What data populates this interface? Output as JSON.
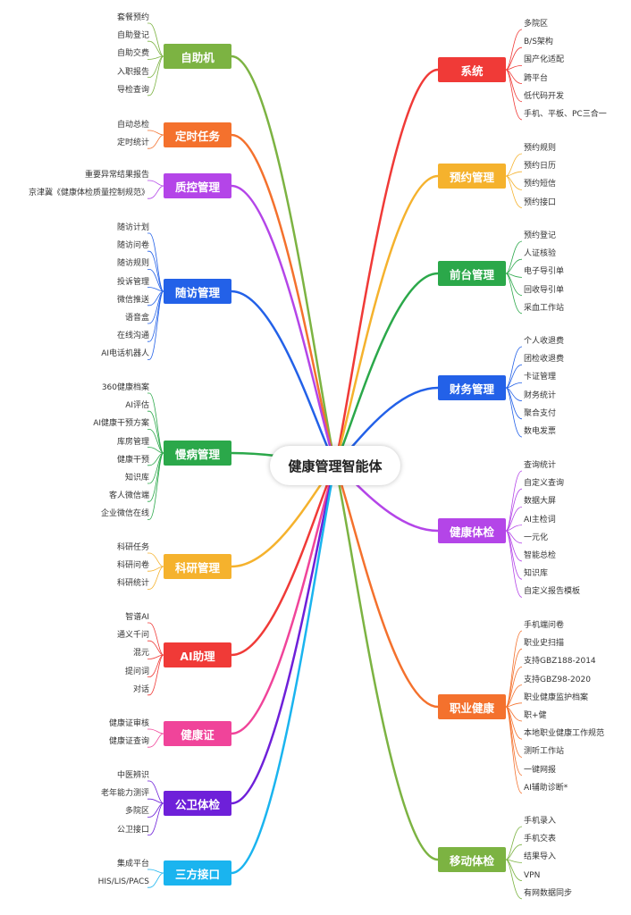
{
  "center": "健康管理智能体",
  "left": [
    {
      "label": "自助机",
      "color": "#7cb342",
      "items": [
        "套餐预约",
        "自助登记",
        "自助交费",
        "入职报告",
        "导检查询"
      ]
    },
    {
      "label": "定时任务",
      "color": "#f4712d",
      "items": [
        "自动总检",
        "定时统计"
      ]
    },
    {
      "label": "质控管理",
      "color": "#b445e8",
      "items": [
        "重要异常结果报告",
        "京津冀《健康体检质量控制规范》"
      ]
    },
    {
      "label": "随访管理",
      "color": "#2361e8",
      "items": [
        "随访计划",
        "随访问卷",
        "随访规则",
        "投诉管理",
        "微信推送",
        "语音盒",
        "在线沟通",
        "AI电话机器人"
      ]
    },
    {
      "label": "慢病管理",
      "color": "#2ba84a",
      "items": [
        "360健康档案",
        "AI评估",
        "AI健康干预方案",
        "库房管理",
        "健康干预",
        "知识库",
        "客人微信端",
        "企业微信在线"
      ]
    },
    {
      "label": "科研管理",
      "color": "#f5b22d",
      "items": [
        "科研任务",
        "科研问卷",
        "科研统计"
      ]
    },
    {
      "label": "AI助理",
      "color": "#f03a37",
      "items": [
        "智谱AI",
        "通义千问",
        "混元",
        "提问词",
        "对话"
      ]
    },
    {
      "label": "健康证",
      "color": "#f0449a",
      "items": [
        "健康证审核",
        "健康证查询"
      ]
    },
    {
      "label": "公卫体检",
      "color": "#6e20d9",
      "items": [
        "中医辨识",
        "老年能力测评",
        "多院区",
        "公卫接口"
      ]
    },
    {
      "label": "三方接口",
      "color": "#1ab4ef",
      "items": [
        "集成平台",
        "HIS/LIS/PACS"
      ]
    }
  ],
  "right": [
    {
      "label": "系统",
      "color": "#f03a37",
      "items": [
        "多院区",
        "B/S架构",
        "国产化适配",
        "跨平台",
        "低代码开发",
        "手机、平板、PC三合一"
      ]
    },
    {
      "label": "预约管理",
      "color": "#f5b22d",
      "items": [
        "预约规则",
        "预约日历",
        "预约短信",
        "预约接口"
      ]
    },
    {
      "label": "前台管理",
      "color": "#2ba84a",
      "items": [
        "预约登记",
        "人证核验",
        "电子导引单",
        "回收导引单",
        "采血工作站"
      ]
    },
    {
      "label": "财务管理",
      "color": "#2361e8",
      "items": [
        "个人收退费",
        "团检收退费",
        "卡证管理",
        "财务统计",
        "聚合支付",
        "数电发票"
      ]
    },
    {
      "label": "健康体检",
      "color": "#b445e8",
      "items": [
        "查询统计",
        "自定义查询",
        "数据大屏",
        "AI主检词",
        "一元化",
        "智能总检",
        "知识库",
        "自定义报告模板"
      ]
    },
    {
      "label": "职业健康",
      "color": "#f4712d",
      "items": [
        "手机端问卷",
        "职业史扫描",
        "支持GBZ188-2014",
        "支持GBZ98-2020",
        "职业健康监护档案",
        "职+健",
        "本地职业健康工作规范",
        "测听工作站",
        "一键网报",
        "AI辅助诊断*"
      ]
    },
    {
      "label": "移动体检",
      "color": "#7cb342",
      "items": [
        "手机录入",
        "手机交表",
        "结果导入",
        "VPN",
        "有网数据同步"
      ]
    }
  ]
}
